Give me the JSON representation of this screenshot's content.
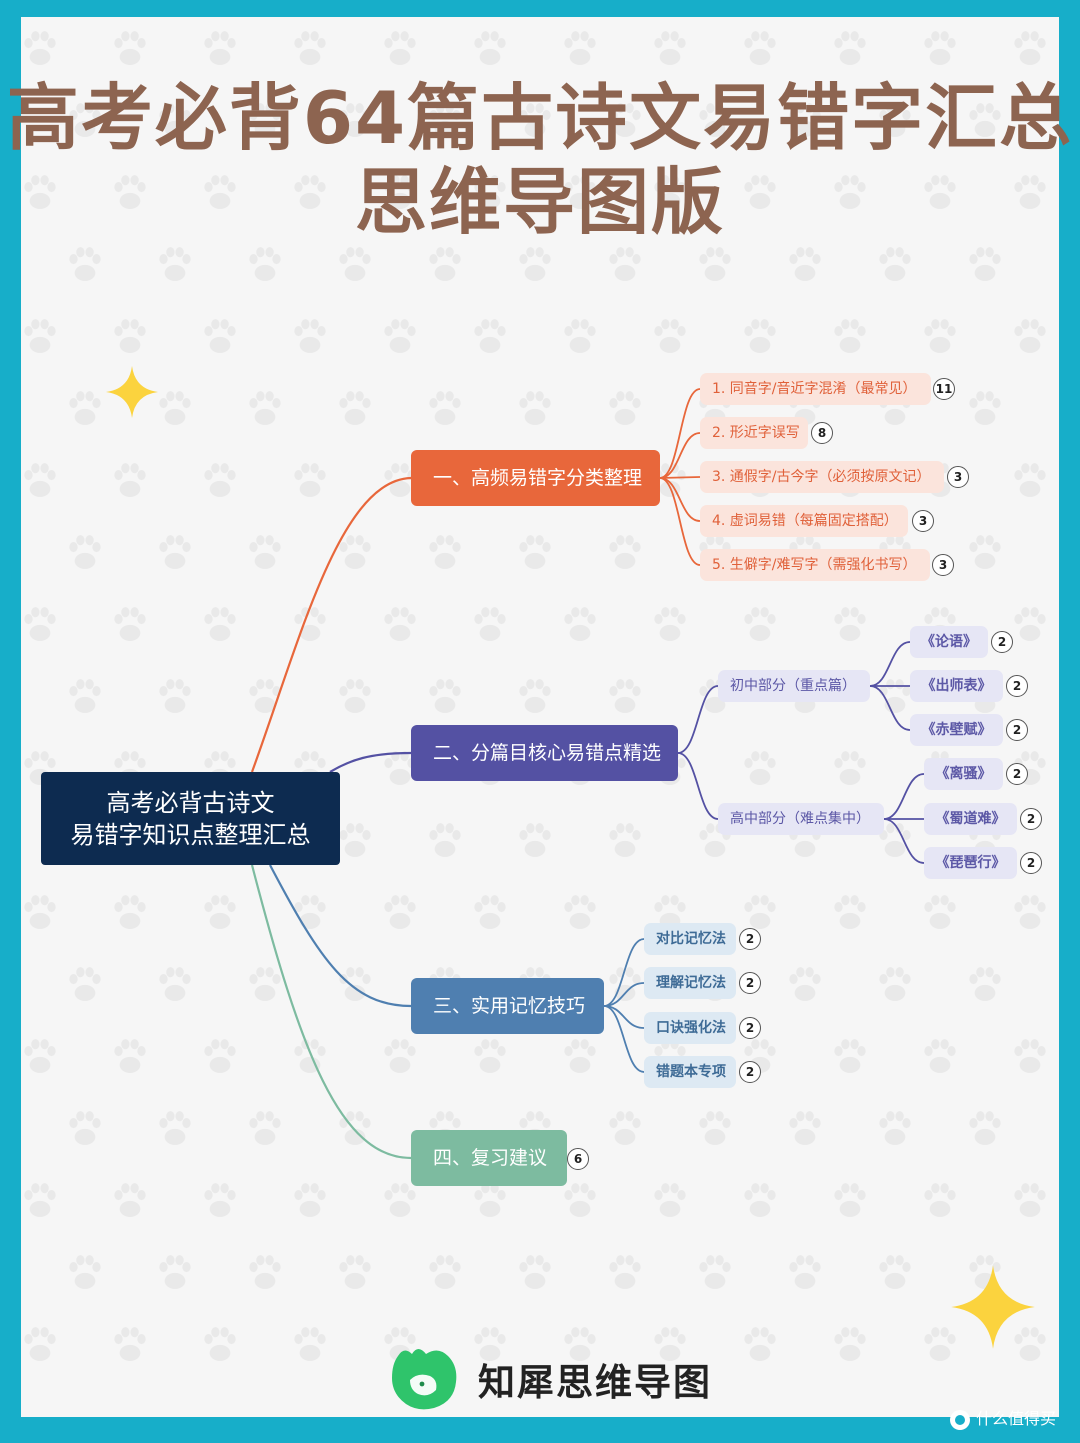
{
  "title": {
    "line1": "高考必背64篇古诗文易错字汇总",
    "line2": "思维导图版"
  },
  "root": {
    "line1": "高考必背古诗文",
    "line2": "易错字知识点整理汇总"
  },
  "branches": {
    "b1": {
      "label": "一、高频易错字分类整理",
      "color": "#e8673b",
      "items": [
        {
          "label": "1. 同音字/音近字混淆（最常见）",
          "count": "11"
        },
        {
          "label": "2. 形近字误写",
          "count": "8"
        },
        {
          "label": "3. 通假字/古今字（必须按原文记）",
          "count": "3"
        },
        {
          "label": "4. 虚词易错（每篇固定搭配）",
          "count": "3"
        },
        {
          "label": "5. 生僻字/难写字（需强化书写）",
          "count": "3"
        }
      ]
    },
    "b2": {
      "label": "二、分篇目核心易错点精选",
      "color": "#5451a3",
      "groups": [
        {
          "label": "初中部分（重点篇）",
          "items": [
            {
              "label": "《论语》",
              "count": "2"
            },
            {
              "label": "《出师表》",
              "count": "2"
            },
            {
              "label": "《赤壁赋》",
              "count": "2"
            }
          ]
        },
        {
          "label": "高中部分（难点集中）",
          "items": [
            {
              "label": "《离骚》",
              "count": "2"
            },
            {
              "label": "《蜀道难》",
              "count": "2"
            },
            {
              "label": "《琵琶行》",
              "count": "2"
            }
          ]
        }
      ]
    },
    "b3": {
      "label": "三、实用记忆技巧",
      "color": "#4f7fb0",
      "items": [
        {
          "label": "对比记忆法",
          "count": "2"
        },
        {
          "label": "理解记忆法",
          "count": "2"
        },
        {
          "label": "口诀强化法",
          "count": "2"
        },
        {
          "label": "错题本专项",
          "count": "2"
        }
      ]
    },
    "b4": {
      "label": "四、复习建议",
      "color": "#7dbba0",
      "count": "6"
    }
  },
  "brand": {
    "name": "知犀思维导图"
  },
  "watermark": {
    "text": "什么值得买"
  }
}
